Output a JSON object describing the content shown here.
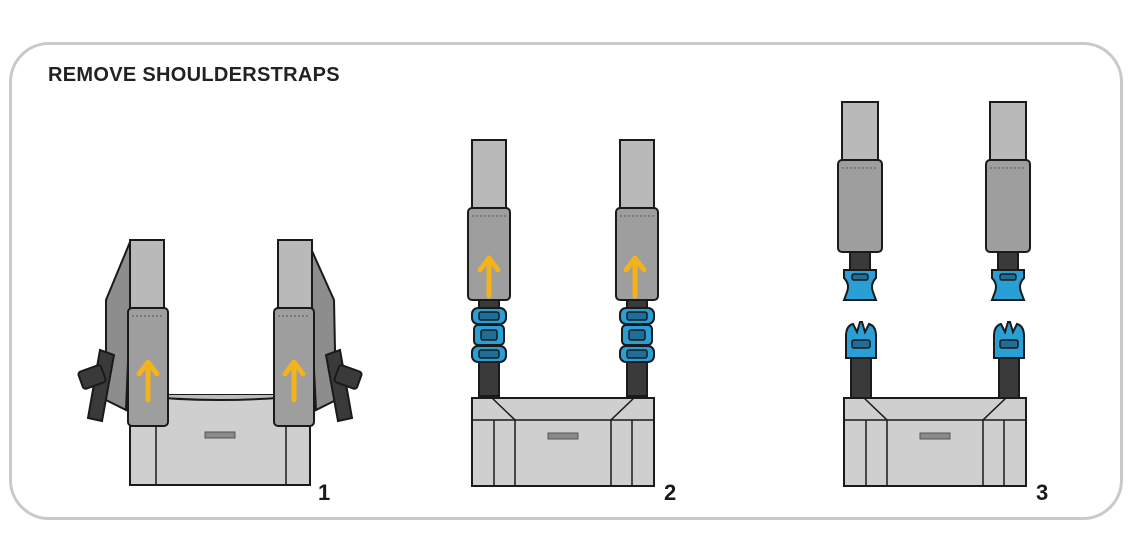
{
  "title": "REMOVE SHOULDERSTRAPS",
  "steps": [
    {
      "number": "1"
    },
    {
      "number": "2"
    },
    {
      "number": "3"
    }
  ],
  "colors": {
    "frame": "#c9c9c9",
    "strap_gray": "#b9b9b9",
    "pad_gray": "#9e9e9e",
    "body_gray": "#cfcfcf",
    "webbing": "#3a3a3a",
    "buckle_blue": "#2a9fd6",
    "arrow_yellow": "#f4b21b",
    "outline": "#1a1a1a"
  },
  "icons": [
    "arrow-up-icon",
    "buckle-icon",
    "label-tag-icon"
  ]
}
